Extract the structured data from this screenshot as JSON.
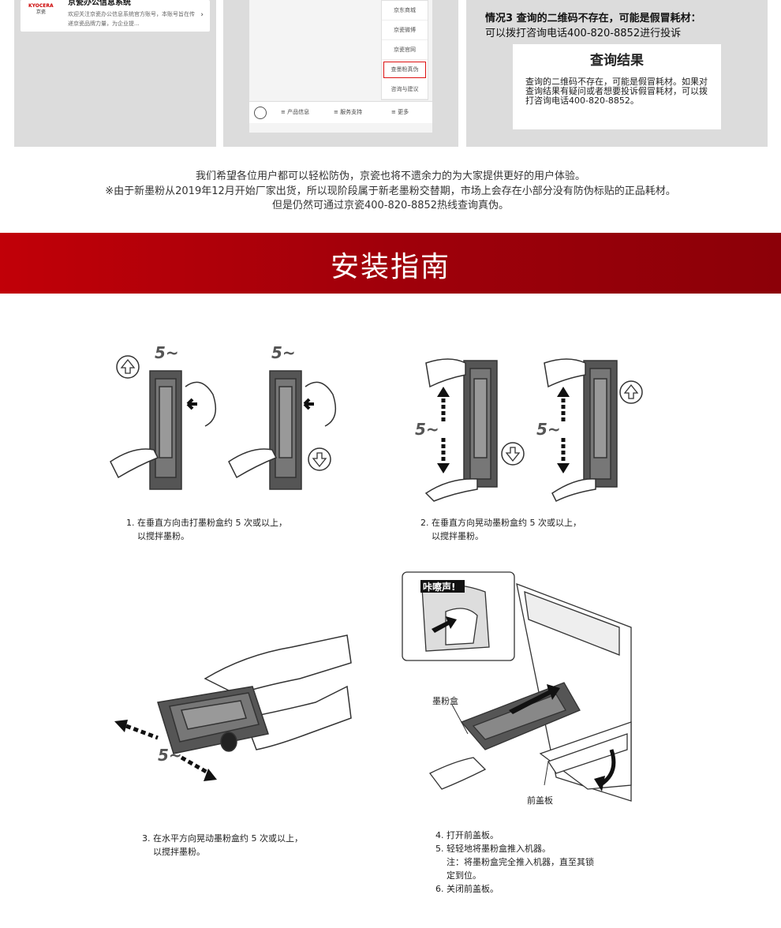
{
  "panel1": {
    "brand_en": "KYOCERA",
    "brand_cn": "京瓷",
    "title": "京瓷办公信息系统",
    "desc": "欢迎关注京瓷办公信息系统官方账号，本账号旨在传递京瓷品牌力量，为企业提...",
    "chevron": "›"
  },
  "panel2": {
    "menu": [
      "京东商城",
      "京瓷微博",
      "京瓷官网",
      "查墨粉真伪",
      "咨询与建议"
    ],
    "highlight_index": 3,
    "bottom": [
      "≡ 产品信息",
      "≡ 服务支持",
      "≡ 更多"
    ],
    "keyboard_icon": "keyboard-icon"
  },
  "panel3": {
    "heading": "情况3  查询的二维码不存在，可能是假冒耗材：",
    "subline": "可以拨打咨询电话400-820-8852进行投诉",
    "result_title": "查询结果",
    "result_text": "查询的二维码不存在，可能是假冒耗材。如果对查询结果有疑问或者想要投诉假冒耗材，可以拨打咨询电话400-820-8852。"
  },
  "notice": {
    "line1": "我们希望各位用户都可以轻松防伪，京瓷也将不遗余力的为大家提供更好的用户体验。",
    "line2": "※由于新墨粉从2019年12月开始厂家出货，所以现阶段属于新老墨粉交替期，市场上会存在小部分没有防伪标贴的正品耗材。",
    "line3": "但是仍然可通过京瓷400-820-8852热线查询真伪。"
  },
  "banner": {
    "title": "安装指南"
  },
  "guide": {
    "count_mark": "5~",
    "step1": [
      "1. 在垂直方向击打墨粉盒约 5 次或以上，",
      "以搅拌墨粉。"
    ],
    "step2": [
      "2. 在垂直方向晃动墨粉盒约 5 次或以上，",
      "以搅拌墨粉。"
    ],
    "step3": [
      "3. 在水平方向晃动墨粉盒约 5 次或以上，",
      "以搅拌墨粉。"
    ],
    "step4": [
      "4. 打开前盖板。",
      "5. 轻轻地将墨粉盒推入机器。",
      "注：将墨粉盒完全推入机器，直至其锁",
      "定到位。",
      "6. 关闭前盖板。"
    ],
    "note_label": "注：",
    "click_label": "咔嚓声!",
    "toner_label": "墨粉盒",
    "cover_label": "前盖板"
  },
  "colors": {
    "banner": "#b0000a",
    "panel_bg": "#dcdcdc",
    "highlight": "#d11111"
  }
}
